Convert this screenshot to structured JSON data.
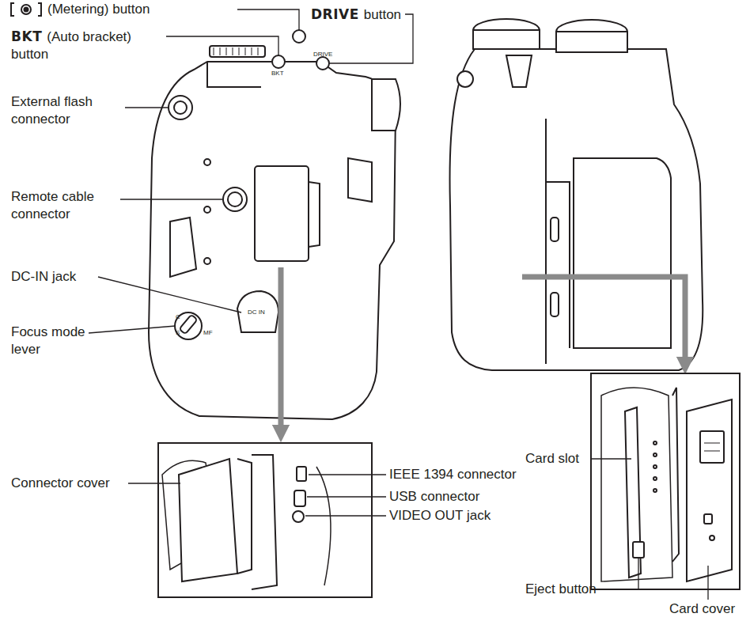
{
  "diagram": {
    "labels": [
      "(Metering) button",
      "DRIVE",
      "button",
      "BKT",
      "(Auto bracket) button",
      "External flash connector",
      "Remote cable connector",
      "DC-IN jack",
      "Focus mode lever",
      "Connector cover",
      "IEEE 1394 connector",
      "USB connector",
      "VIDEO OUT jack",
      "Card slot",
      "Eject button",
      "Card cover",
      "DC IN",
      "C",
      "S",
      "MF",
      "BKT",
      "DRIVE"
    ]
  }
}
